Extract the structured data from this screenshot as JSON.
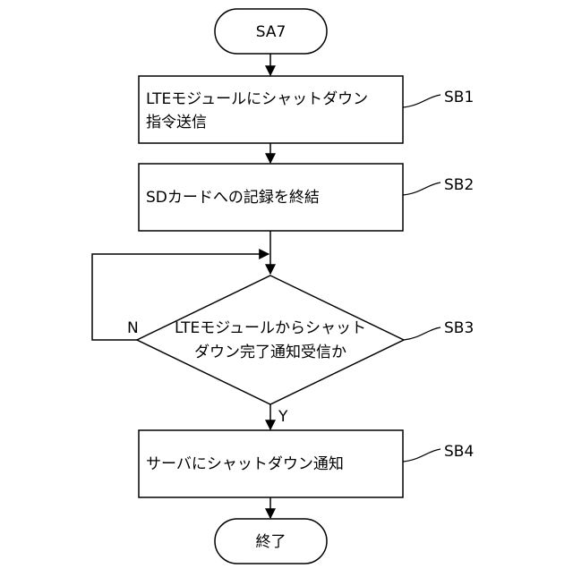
{
  "diagram": {
    "start": {
      "label": "SA7"
    },
    "steps": [
      {
        "ref": "SB1",
        "lines": [
          "LTEモジュールにシャットダウン",
          "指令送信"
        ]
      },
      {
        "ref": "SB2",
        "lines": [
          "SDカードへの記録を終結"
        ]
      },
      {
        "ref": "SB3",
        "lines": [
          "LTEモジュールからシャット",
          "ダウン完了通知受信か"
        ]
      },
      {
        "ref": "SB4",
        "lines": [
          "サーバにシャットダウン通知"
        ]
      }
    ],
    "branches": {
      "no": "N",
      "yes": "Y"
    },
    "end": {
      "label": "終了"
    }
  }
}
